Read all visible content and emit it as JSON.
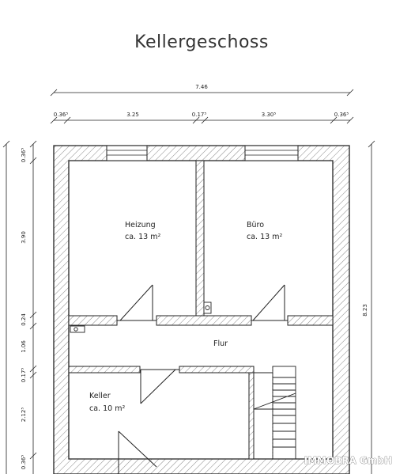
{
  "title": "Kellergeschoss",
  "dimensions": {
    "overall_width": "7.46",
    "top_segments": [
      "0.36⁵",
      "3.25",
      "0.17⁵",
      "3.30⁵",
      "0.36⁵"
    ],
    "overall_height": "8.23",
    "left_segments": [
      "0.36⁵",
      "3.90",
      "0.24",
      "1.06",
      "0.17⁵",
      "2.12⁵",
      "0.36⁵"
    ]
  },
  "rooms": [
    {
      "name": "Heizung",
      "area": "ca. 13 m²"
    },
    {
      "name": "Büro",
      "area": "ca. 13 m²"
    },
    {
      "name": "Flur"
    },
    {
      "name": "Keller",
      "area": "ca. 10 m²"
    }
  ],
  "watermark": "IMMOBRA GmbH"
}
